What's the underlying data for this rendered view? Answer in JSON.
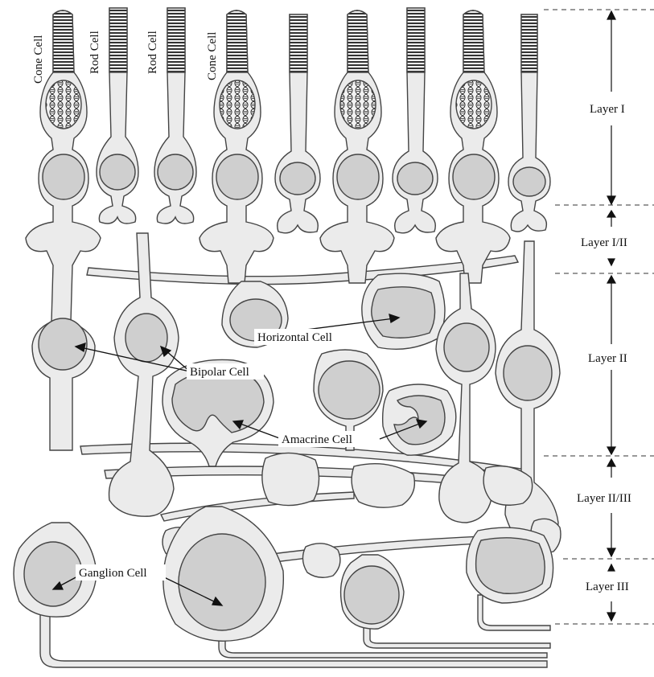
{
  "diagram": {
    "cell_labels": {
      "cone_cell": "Cone Cell",
      "rod_cell": "Rod Cell",
      "horizontal_cell": "Horizontal Cell",
      "bipolar_cell": "Bipolar Cell",
      "amacrine_cell": "Amacrine Cell",
      "ganglion_cell": "Ganglion Cell"
    },
    "layers": [
      "Layer I",
      "Layer I/II",
      "Layer II",
      "Layer II/III",
      "Layer III"
    ],
    "colors": {
      "cytoplasm": "#ebebeb",
      "nucleus": "#cfcfcf",
      "outline": "#444444",
      "ink": "#111111"
    }
  }
}
